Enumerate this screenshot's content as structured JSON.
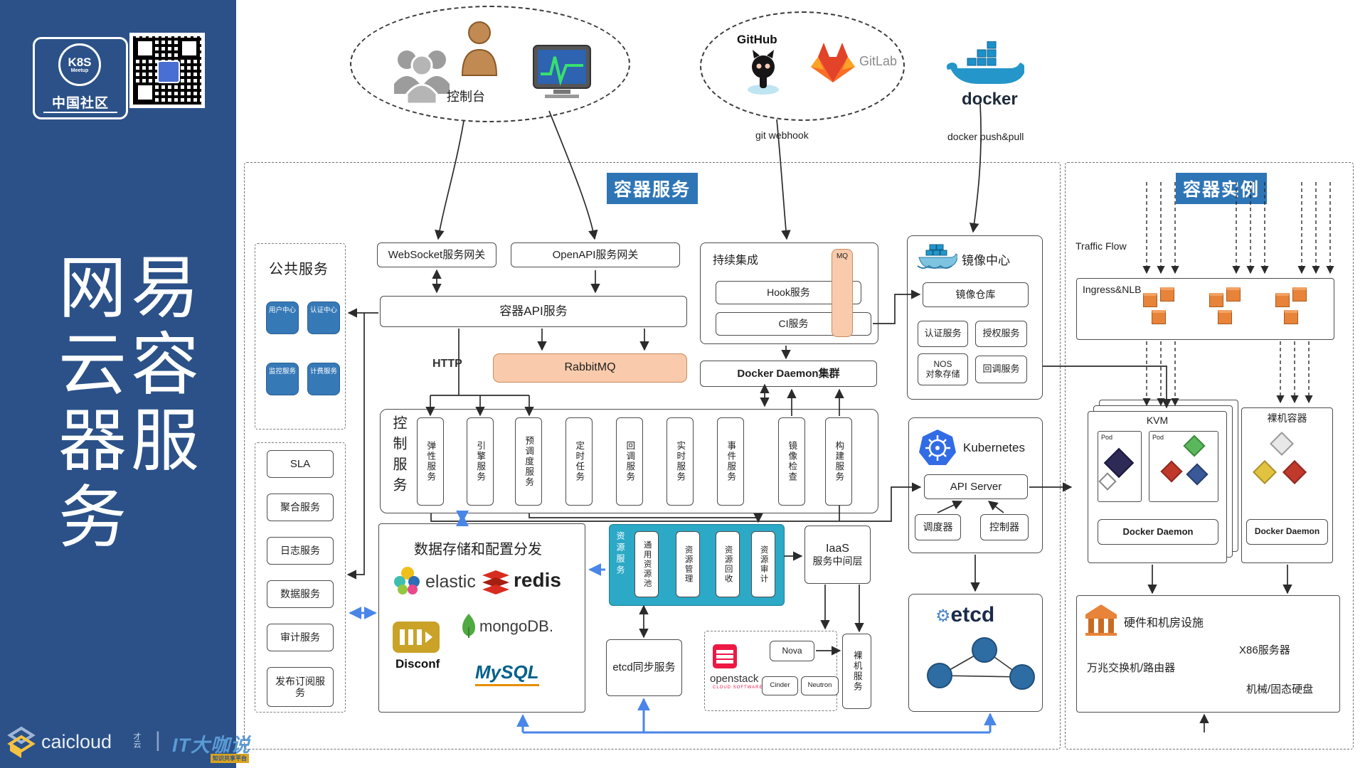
{
  "sidebar": {
    "k8s_badge": "K8S",
    "k8s_meetup": "Meetup",
    "k8s_community": "中国社区",
    "title_lines": [
      "网易",
      "云容",
      "器服",
      "务"
    ],
    "caicloud": "caicloud",
    "caicloud_cn": "才云",
    "itds": "IT大咖说",
    "itds_sub": "知识共享平台"
  },
  "top": {
    "console": "控制台",
    "github": "GitHub",
    "gitlab": "GitLab",
    "git_webhook": "git webhook",
    "docker": "docker",
    "docker_pushpull": "docker push&pull"
  },
  "cs": {
    "title": "容器服务",
    "public_title": "公共服务",
    "public_tiles": [
      "用户中心",
      "认证中心",
      "监控服务",
      "计费服务"
    ],
    "left_items": [
      "SLA",
      "聚合服务",
      "日志服务",
      "数据服务",
      "审计服务",
      "发布订阅服务"
    ],
    "ws_gateway": "WebSocket服务网关",
    "openapi_gateway": "OpenAPI服务网关",
    "api_service": "容器API服务",
    "http": "HTTP",
    "rabbitmq": "RabbitMQ",
    "control_label": "控制服务",
    "control_items": [
      "弹性服务",
      "引擎服务",
      "预调度服务",
      "定时任务",
      "回调服务",
      "实时服务",
      "事件服务",
      "镜像检查",
      "构建服务"
    ],
    "ci_title": "持续集成",
    "ci_mq": "MQ",
    "ci_hook": "Hook服务",
    "ci_service": "CI服务",
    "docker_daemon_cluster": "Docker Daemon集群",
    "registry_title": "镜像中心",
    "registry_repo": "镜像仓库",
    "registry_auth": "认证服务",
    "registry_authz": "授权服务",
    "registry_nos_1": "NOS",
    "registry_nos_2": "对象存储",
    "registry_callback": "回调服务",
    "k8s_title": "Kubernetes",
    "k8s_api": "API Server",
    "k8s_scheduler": "调度器",
    "k8s_controller": "控制器",
    "etcd": "etcd",
    "storage_title": "数据存储和配置分发",
    "elastic": "elastic",
    "redis": "redis",
    "mongodb": "mongoDB.",
    "disconf": "Disconf",
    "mysql": "MySQL",
    "resource_label": "资源服务",
    "resource_items": [
      "通用资源池",
      "资源管理",
      "资源回收",
      "资源审计"
    ],
    "iaas_1": "IaaS",
    "iaas_2": "服务中间层",
    "etcd_sync": "etcd同步服务",
    "openstack": "openstack",
    "openstack_sub": "CLOUD SOFTWARE",
    "nova": "Nova",
    "cinder": "Cinder",
    "neutron": "Neutron",
    "baremetal_svc": "裸机服务"
  },
  "inst": {
    "title": "容器实例",
    "traffic_flow": "Traffic Flow",
    "ingress": "Ingress&NLB",
    "kvm": "KVM",
    "pod": "Pod",
    "docker_daemon": "Docker Daemon",
    "baremetal": "裸机容器",
    "hw_title": "硬件和机房设施",
    "hw_switch": "万兆交换机/路由器",
    "hw_x86": "X86服务器",
    "hw_disk": "机械/固态硬盘"
  },
  "colors": {
    "sidebar": "#2b5188",
    "badge_blue": "#2e75b6",
    "tile_blue": "#3679b7",
    "peach": "#f9cbac",
    "teal": "#2ba9c6",
    "blue_arrow": "#4a86e8",
    "orange": "#e8833a"
  }
}
